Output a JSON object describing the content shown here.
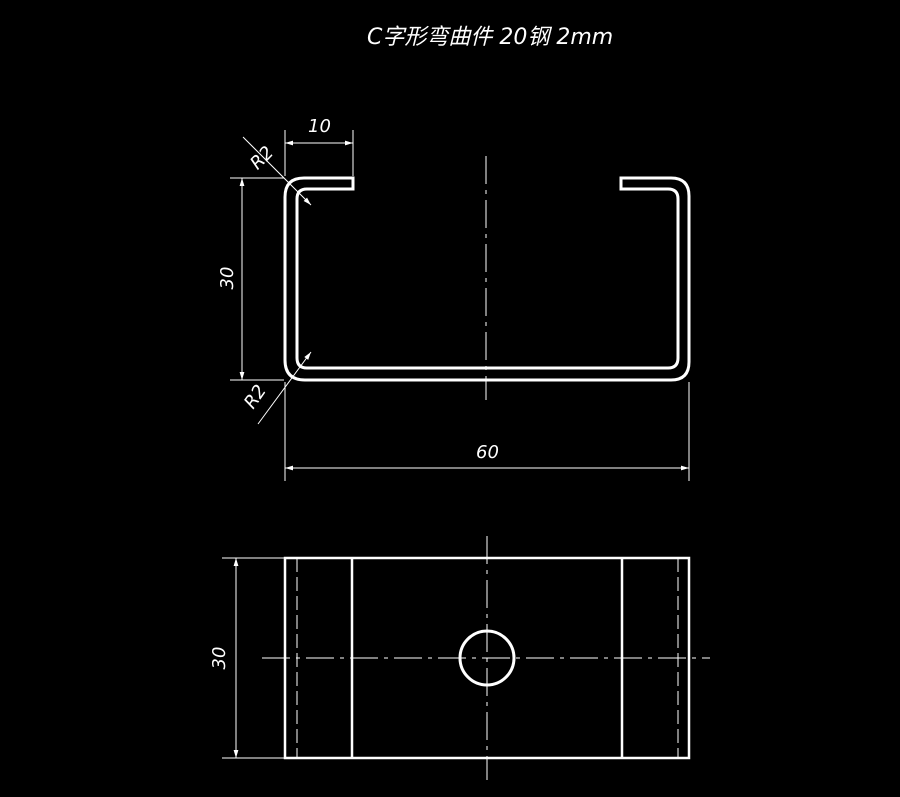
{
  "drawing": {
    "title": "C字形弯曲件  20钢  2mm",
    "front_view": {
      "dim_flange": "10",
      "dim_radius_top": "R2",
      "dim_radius_bottom": "R2",
      "dim_height": "30",
      "dim_width": "60"
    },
    "top_view": {
      "dim_height": "30"
    },
    "colors": {
      "background": "#000000",
      "lines": "#ffffff"
    }
  }
}
